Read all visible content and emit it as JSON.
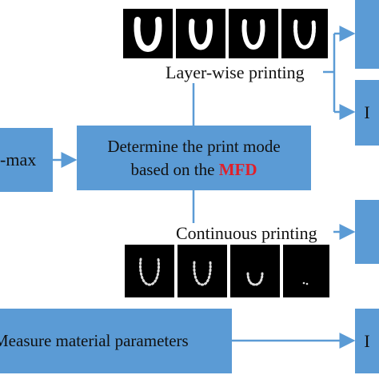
{
  "boxes": {
    "left_partial": "-max",
    "print_mode_line1": "Determine the print mode",
    "print_mode_line2_prefix": "based on the ",
    "print_mode_highlight": "MFD",
    "measure": "Measure material parameters",
    "right_top_char": "",
    "right_mid_char": "I",
    "right_bottom_char": "I"
  },
  "labels": {
    "layerwise": "Layer-wise printing",
    "continuous": "Continuous printing"
  },
  "colors": {
    "box_fill": "#5b9bd5",
    "highlight": "#e0202a",
    "arrow": "#5b9bd5"
  }
}
